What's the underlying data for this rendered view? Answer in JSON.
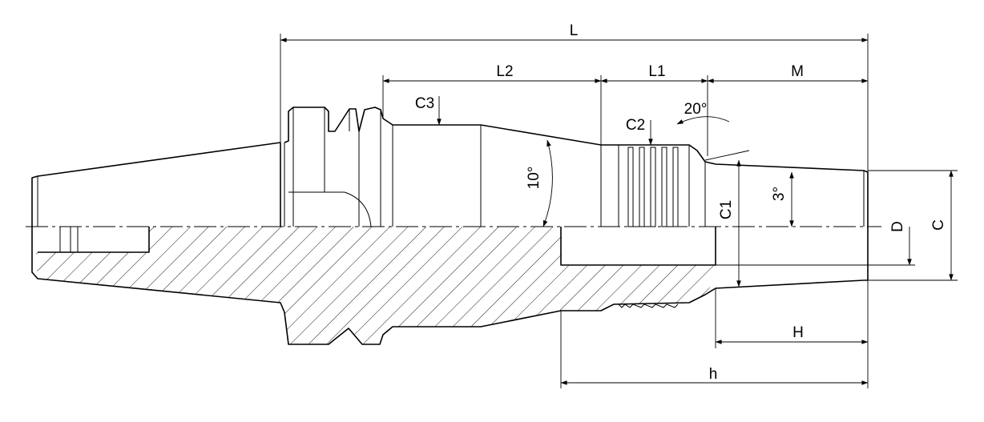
{
  "labels": {
    "L": "L",
    "L1": "L1",
    "L2": "L2",
    "M": "M",
    "H": "H",
    "h": "h",
    "C": "C",
    "C1": "C1",
    "C2": "C2",
    "C3": "C3",
    "D": "D",
    "angle_10": "10°",
    "angle_20": "20°",
    "angle_3": "3°"
  }
}
